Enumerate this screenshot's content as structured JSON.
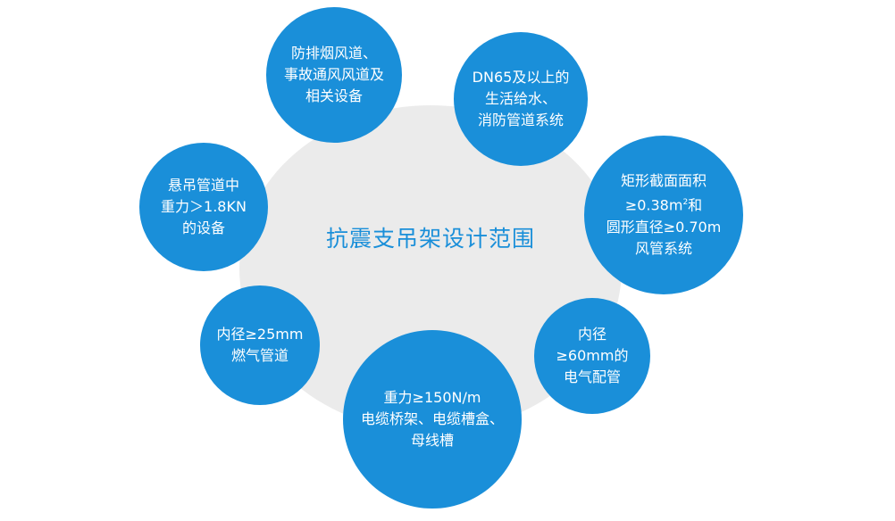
{
  "diagram": {
    "title": "抗震支吊架设计范围",
    "colors": {
      "node": "#1a8fd9",
      "center": "#ebebeb",
      "title": "#1a8fd9"
    },
    "nodes": [
      {
        "lines": [
          "防排烟风道、",
          "事故通风风道及",
          "相关设备"
        ]
      },
      {
        "lines": [
          "DN65及以上的",
          "生活给水、",
          "消防管道系统"
        ]
      },
      {
        "lines": [
          "矩形截面面积",
          "≥0.38㎡和",
          "圆形直径≥0.70m",
          "风管系统"
        ]
      },
      {
        "lines": [
          "内径",
          "≥60mm的",
          "电气配管"
        ]
      },
      {
        "lines": [
          "重力≥150N/m",
          "电缆桥架、电缆槽盒、",
          "母线槽"
        ]
      },
      {
        "lines": [
          "内径≥25mm",
          "燃气管道"
        ]
      },
      {
        "lines": [
          "悬吊管道中",
          "重力＞1.8KN",
          "的设备"
        ]
      }
    ]
  }
}
